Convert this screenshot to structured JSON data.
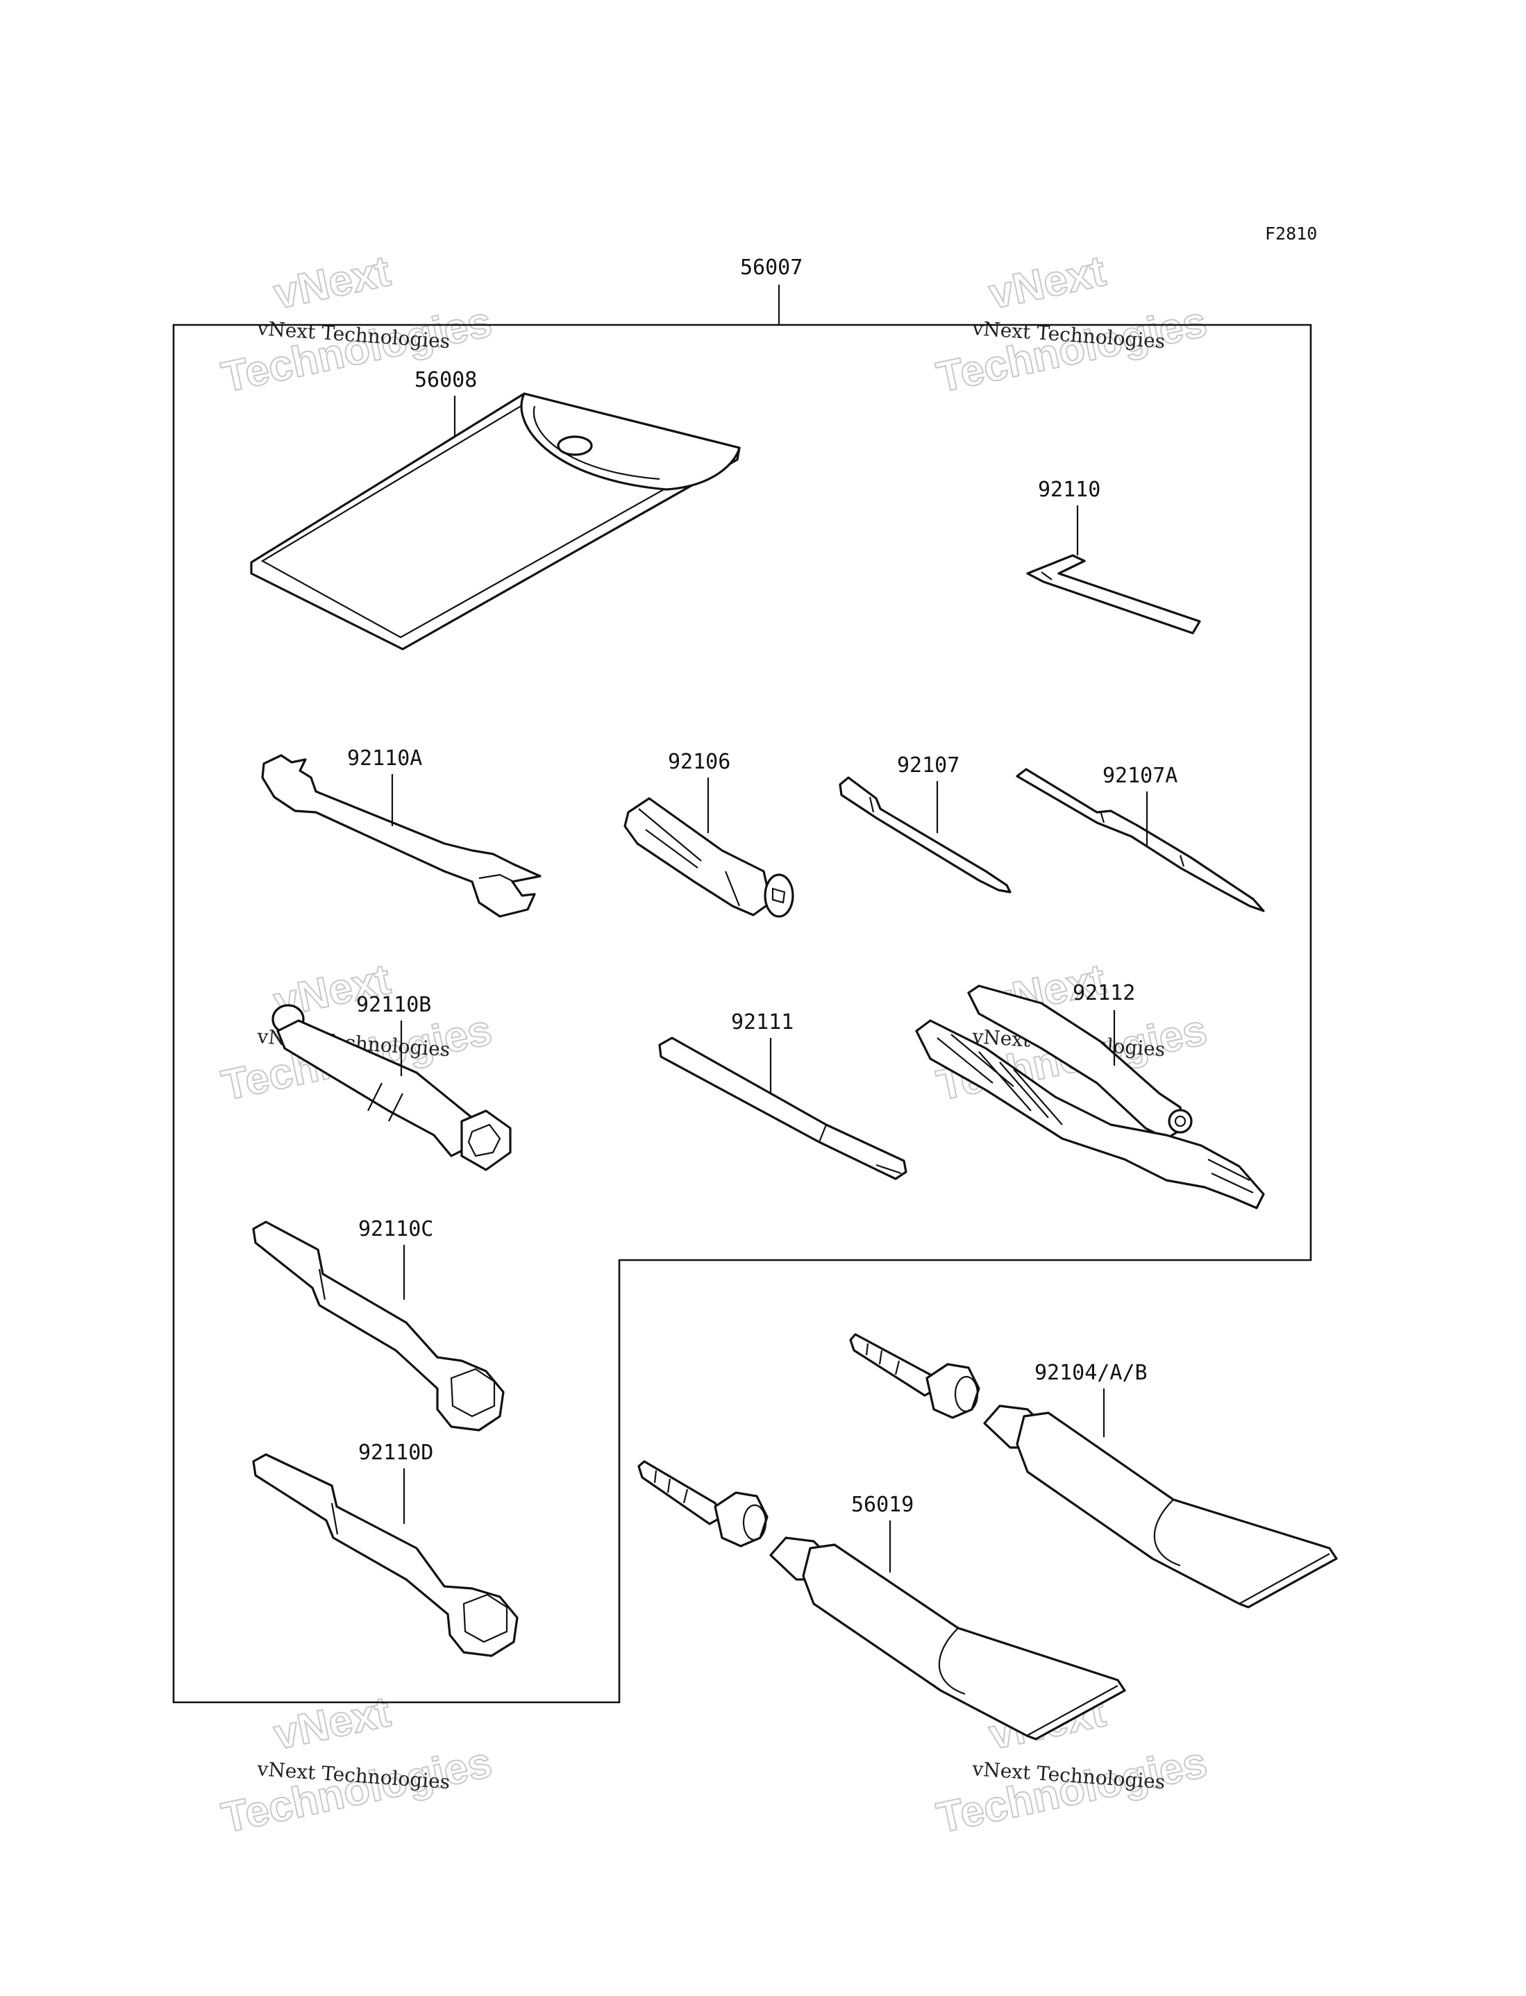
{
  "figure_code": "F2810",
  "kit_number": "56007",
  "parts": {
    "pouch": "56008",
    "hex_key": "92110",
    "open_end_wrench": "92110A",
    "screwdriver_handle": "92106",
    "screwdriver_bit": "92107",
    "screwdriver_bit_a": "92107A",
    "spark_plug_wrench": "92110B",
    "handle_bar": "92111",
    "pliers": "92112",
    "ring_wrench_c": "92110C",
    "ring_wrench_d": "92110D",
    "grease_tube_a": "92104/A/B",
    "grease_tube_b": "56019"
  },
  "watermark": {
    "line1": "vNext",
    "line2": "vNext Technologies",
    "line3": "Technologies"
  }
}
